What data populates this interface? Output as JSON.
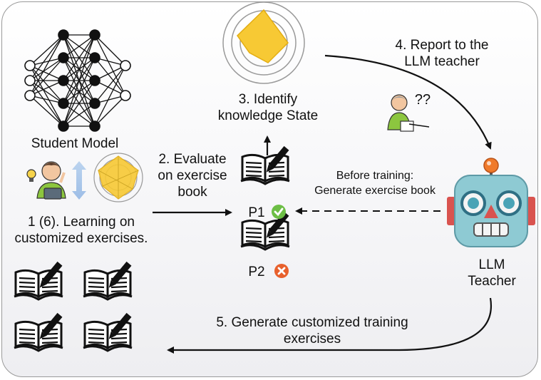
{
  "labels": {
    "student_model": "Student Model",
    "learning_line1": "1 (6). Learning on",
    "learning_line2": "customized exercises.",
    "evaluate_line1": "2. Evaluate",
    "evaluate_line2": "on exercise",
    "evaluate_line3": "book",
    "identify_line1": "3. Identify",
    "identify_line2": "knowledge State",
    "report_line1": "4. Report to the",
    "report_line2": "LLM teacher",
    "before_line1": "Before training:",
    "before_line2": "Generate exercise book",
    "p1": "P1",
    "p2": "P2",
    "llm_line1": "LLM",
    "llm_line2": "Teacher",
    "generate_line1": "5. Generate customized training",
    "generate_line2": "exercises",
    "question_marks": "??"
  },
  "colors": {
    "radar_fill": "#f7c934",
    "check_green": "#6cbe45",
    "cross_orange": "#e8602c",
    "robot_body": "#8ecad3",
    "robot_red": "#d9534f"
  },
  "icons": [
    "neural-network-icon",
    "student-icon",
    "radar-chart-icon",
    "exercise-book-icon",
    "check-icon",
    "cross-icon",
    "teacher-icon",
    "robot-icon",
    "double-arrow-icon"
  ]
}
